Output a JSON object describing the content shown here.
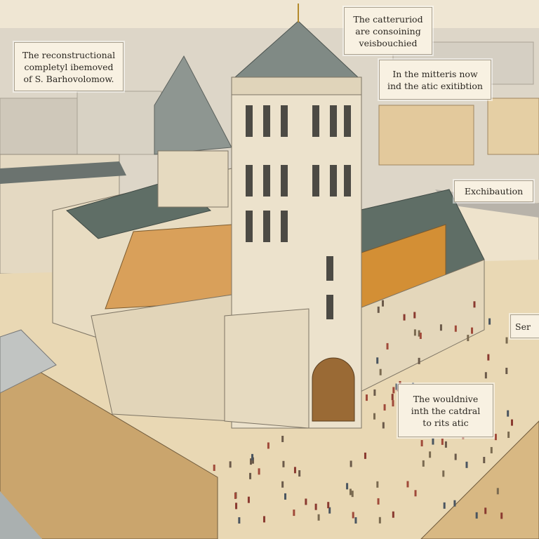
{
  "labels": {
    "reconstruction": [
      "The reconstructional",
      "completyl ibemoved",
      "of S. Barhovolomow."
    ],
    "cathedral": [
      "The catteruriod",
      "are consoining",
      "veisbouchied"
    ],
    "interior": [
      "In  the mitteris now",
      "ind  the atic exitibtion"
    ],
    "exhibition": [
      "Exchibaution"
    ],
    "side": [
      "Ser"
    ],
    "bottom": [
      "The wouldnive",
      "inth the catdral",
      "to rits atic"
    ]
  },
  "colors": {
    "sky": "#efe6d3",
    "stone": "#e8dcc2",
    "roof": "#5f6e66",
    "interior_glow": "#d99a3a",
    "brick": "#c9a36b"
  }
}
